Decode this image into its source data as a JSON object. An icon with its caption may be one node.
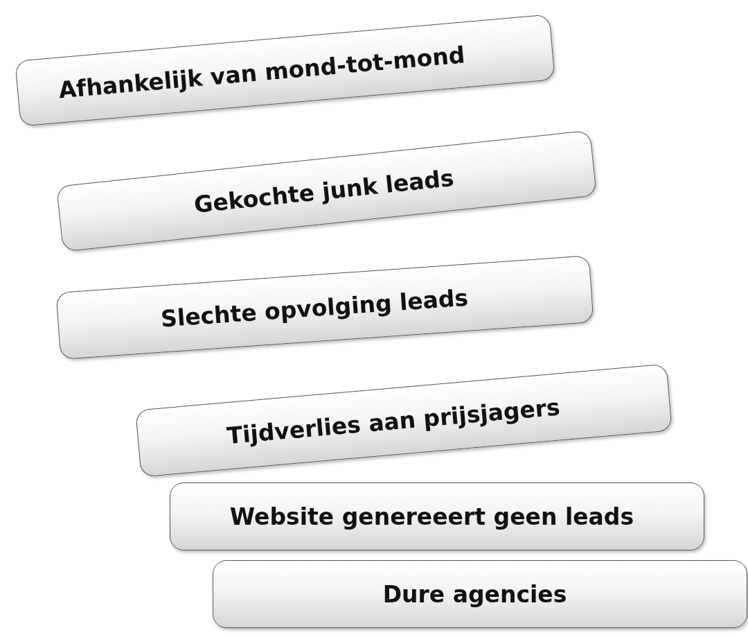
{
  "diagram": {
    "nodes": [
      {
        "text": [
          "Afhankelijk van mond-tot-mond"
        ]
      },
      {
        "text": [
          "Gekochte junk leads"
        ]
      },
      {
        "text": [
          "Slechte opvolging leads"
        ]
      },
      {
        "text": [
          "Tijdverlies aan prijsjagers"
        ]
      },
      {
        "text": [
          "Website genereeert geen leads"
        ]
      },
      {
        "text": [
          "Dure agencies"
        ]
      }
    ]
  }
}
